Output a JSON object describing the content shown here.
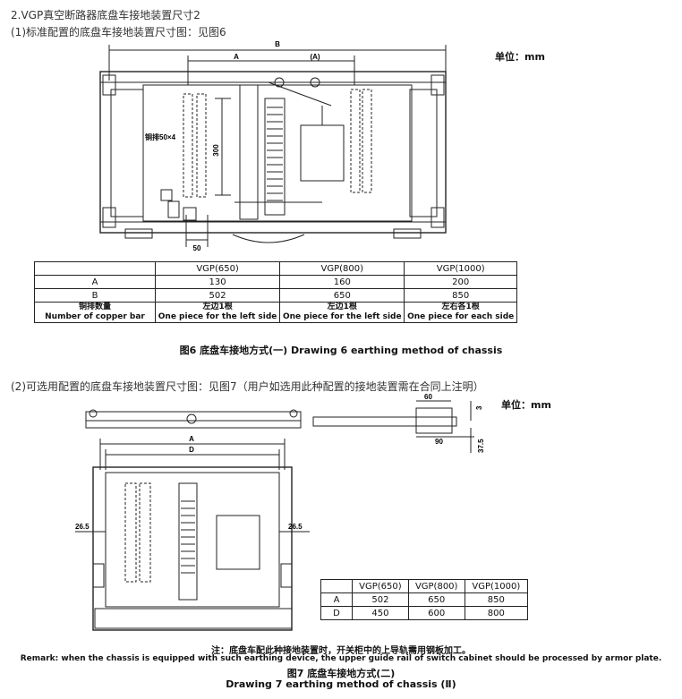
{
  "section_title": "2.VGP真空断路器底盘车接地装置尺寸2",
  "section1": {
    "heading": "(1)标准配置的底盘车接地装置尺寸图：见图6",
    "unit_label": "单位：mm",
    "drawing_labels": {
      "B": "B",
      "A": "A",
      "A_paren": "(A)",
      "copper": "铜排50×4",
      "h300": "300",
      "w50": "50"
    },
    "table": {
      "headers": [
        "",
        "VGP(650)",
        "VGP(800)",
        "VGP(1000)"
      ],
      "rows": [
        {
          "label": "A",
          "values": [
            "130",
            "160",
            "200"
          ]
        },
        {
          "label": "B",
          "values": [
            "502",
            "650",
            "850"
          ]
        }
      ],
      "copper_row": {
        "label_cn": "铜排数量",
        "label_en": "Number of copper bar",
        "cells": [
          {
            "cn": "左边1根",
            "en": "One piece for the left side"
          },
          {
            "cn": "左边1根",
            "en": "One piece for the left side"
          },
          {
            "cn": "左右各1根",
            "en": "One piece for each side"
          }
        ]
      }
    },
    "caption": "图6  底盘车接地方式(一)    Drawing 6 earthing method of chassis"
  },
  "section2": {
    "heading": "(2)可选用配置的底盘车接地装置尺寸图：见图7（用户如选用此种配置的接地装置需在合同上注明）",
    "unit_label": "单位：mm",
    "drawing_labels": {
      "A": "A",
      "D": "D",
      "left": "26.5",
      "right": "26.5",
      "d60": "60",
      "d90": "90",
      "d3": "3",
      "d375": "37.5"
    },
    "table": {
      "headers": [
        "",
        "VGP(650)",
        "VGP(800)",
        "VGP(1000)"
      ],
      "rows": [
        {
          "label": "A",
          "values": [
            "502",
            "650",
            "850"
          ]
        },
        {
          "label": "D",
          "values": [
            "450",
            "600",
            "800"
          ]
        }
      ]
    },
    "note_cn": "注：底盘车配此种接地装置时，开关柜中的上导轨需用钢板加工。",
    "note_en": "Remark: when the chassis is equipped with such earthing device, the upper guide rail of switch cabinet should be processed by armor plate.",
    "caption_cn": "图7 底盘车接地方式(二)",
    "caption_en": "Drawing 7  earthing method of chassis (Ⅱ)"
  }
}
